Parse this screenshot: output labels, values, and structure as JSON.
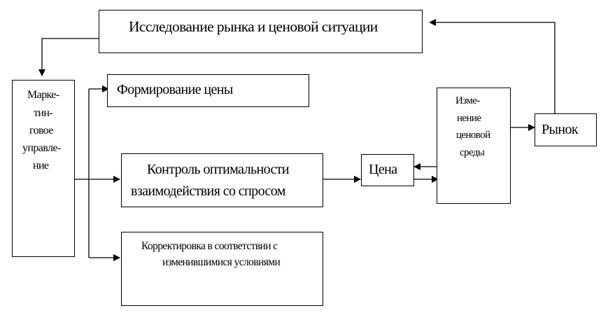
{
  "research": "Исследование рынка и ценовой ситуации",
  "marketing": [
    "Марке-",
    "тин-",
    "говое",
    "управле-",
    "ние"
  ],
  "pricing": "Формирование цены",
  "control": [
    "Контроль  оптимальности",
    "взаимодействия со спросом"
  ],
  "price": "Цена",
  "environment": [
    "Изме-",
    "нение",
    "ценовой",
    "среды"
  ],
  "market": "Рынок",
  "adjustment": [
    "Корректировка в соответствии с",
    "изменившимися условиями"
  ]
}
